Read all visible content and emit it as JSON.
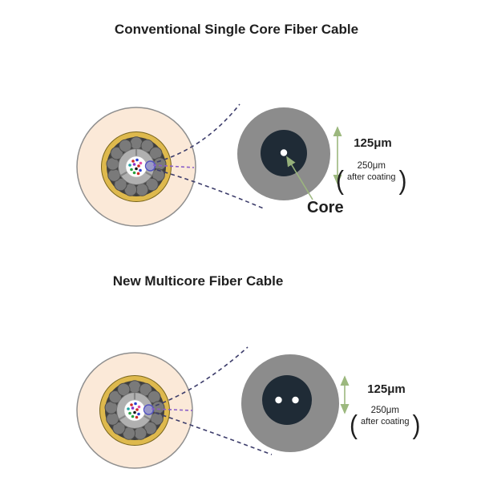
{
  "sections": [
    {
      "id": "single-core",
      "title": "Conventional Single Core Fiber Cable",
      "cladding_diameter_label": "125μm",
      "coated_diameter_label": "250μm",
      "coated_note": "after coating",
      "paren_open": "(",
      "paren_close": ")",
      "core_label": "Core",
      "core_count": 1
    },
    {
      "id": "multicore",
      "title": "New Multicore Fiber Cable",
      "cladding_diameter_label": "125μm",
      "coated_diameter_label": "250μm",
      "coated_note": "after coating",
      "paren_open": "(",
      "paren_close": ")",
      "core_count": 2
    }
  ],
  "colors": {
    "title_text": "#1f1f1f",
    "cable_jacket": "#fbe9d8",
    "cable_jacket_border": "#8f8f8f",
    "armor_ring": "#deb94d",
    "armor_ring_border": "#77641c",
    "wire_bed": "#3f3f3f",
    "wire_fill": "#7a7a7a",
    "wire_border": "#4c4c4c",
    "buffer_tube": "#b0b0b0",
    "buffer_tube_border": "#6e6e6e",
    "fiber_bundle_bg": "#ffffff",
    "coating_gray": "#8c8c8c",
    "cladding_dark": "#1f2b36",
    "core_white": "#ffffff",
    "arrow_green": "#9cb87e",
    "dash_navy": "#3d3d6b",
    "dash_purple": "#8a5fc8",
    "highlight_fiber_fill": "#8c8cd8",
    "highlight_fiber_border": "#5252c0",
    "fiber_dots": [
      "#d02828",
      "#2a3fd0",
      "#e050a8",
      "#20a0a0",
      "#8a30c8",
      "#d02828",
      "#28a040",
      "#181818",
      "#2a3fd0",
      "#28a040",
      "#d02828"
    ]
  }
}
